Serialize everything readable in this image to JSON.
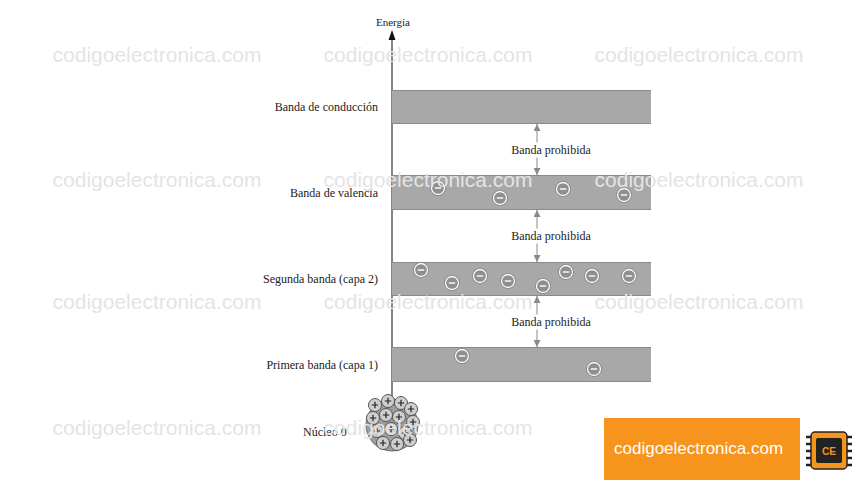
{
  "diagram": {
    "nodes": [
      {
        "text": [
          "Banda de conducción"
        ]
      },
      {
        "text": [
          "Banda de valencia"
        ]
      },
      {
        "text": [
          "Segunda banda (capa 2)"
        ]
      },
      {
        "text": [
          "Primera banda (capa 1)"
        ]
      },
      {
        "text": [
          "Núcleo 0"
        ]
      },
      {
        "text": [
          "codigoelectronica.com"
        ]
      }
    ],
    "edges": [
      {
        "from": 1,
        "to": 0,
        "arrow": "both",
        "label": "Banda prohibida"
      },
      {
        "from": 2,
        "to": 1,
        "arrow": "both",
        "label": "Banda prohibida"
      },
      {
        "from": 3,
        "to": 2,
        "arrow": "both",
        "label": "Banda prohibida"
      }
    ],
    "labels": [
      "Energía",
      "codigoelectronica.com",
      "codigoelectronica.com",
      "codigoelectronica.com",
      "codigoelectronica.com",
      "codigoelectronica.com",
      "codigoelectronica.com",
      "codigoelectronica.com",
      "codigoelectronica.com",
      "codigoelectronica.com",
      "codigoelectronica.com",
      "codigoelectronica.com",
      "CE"
    ]
  }
}
